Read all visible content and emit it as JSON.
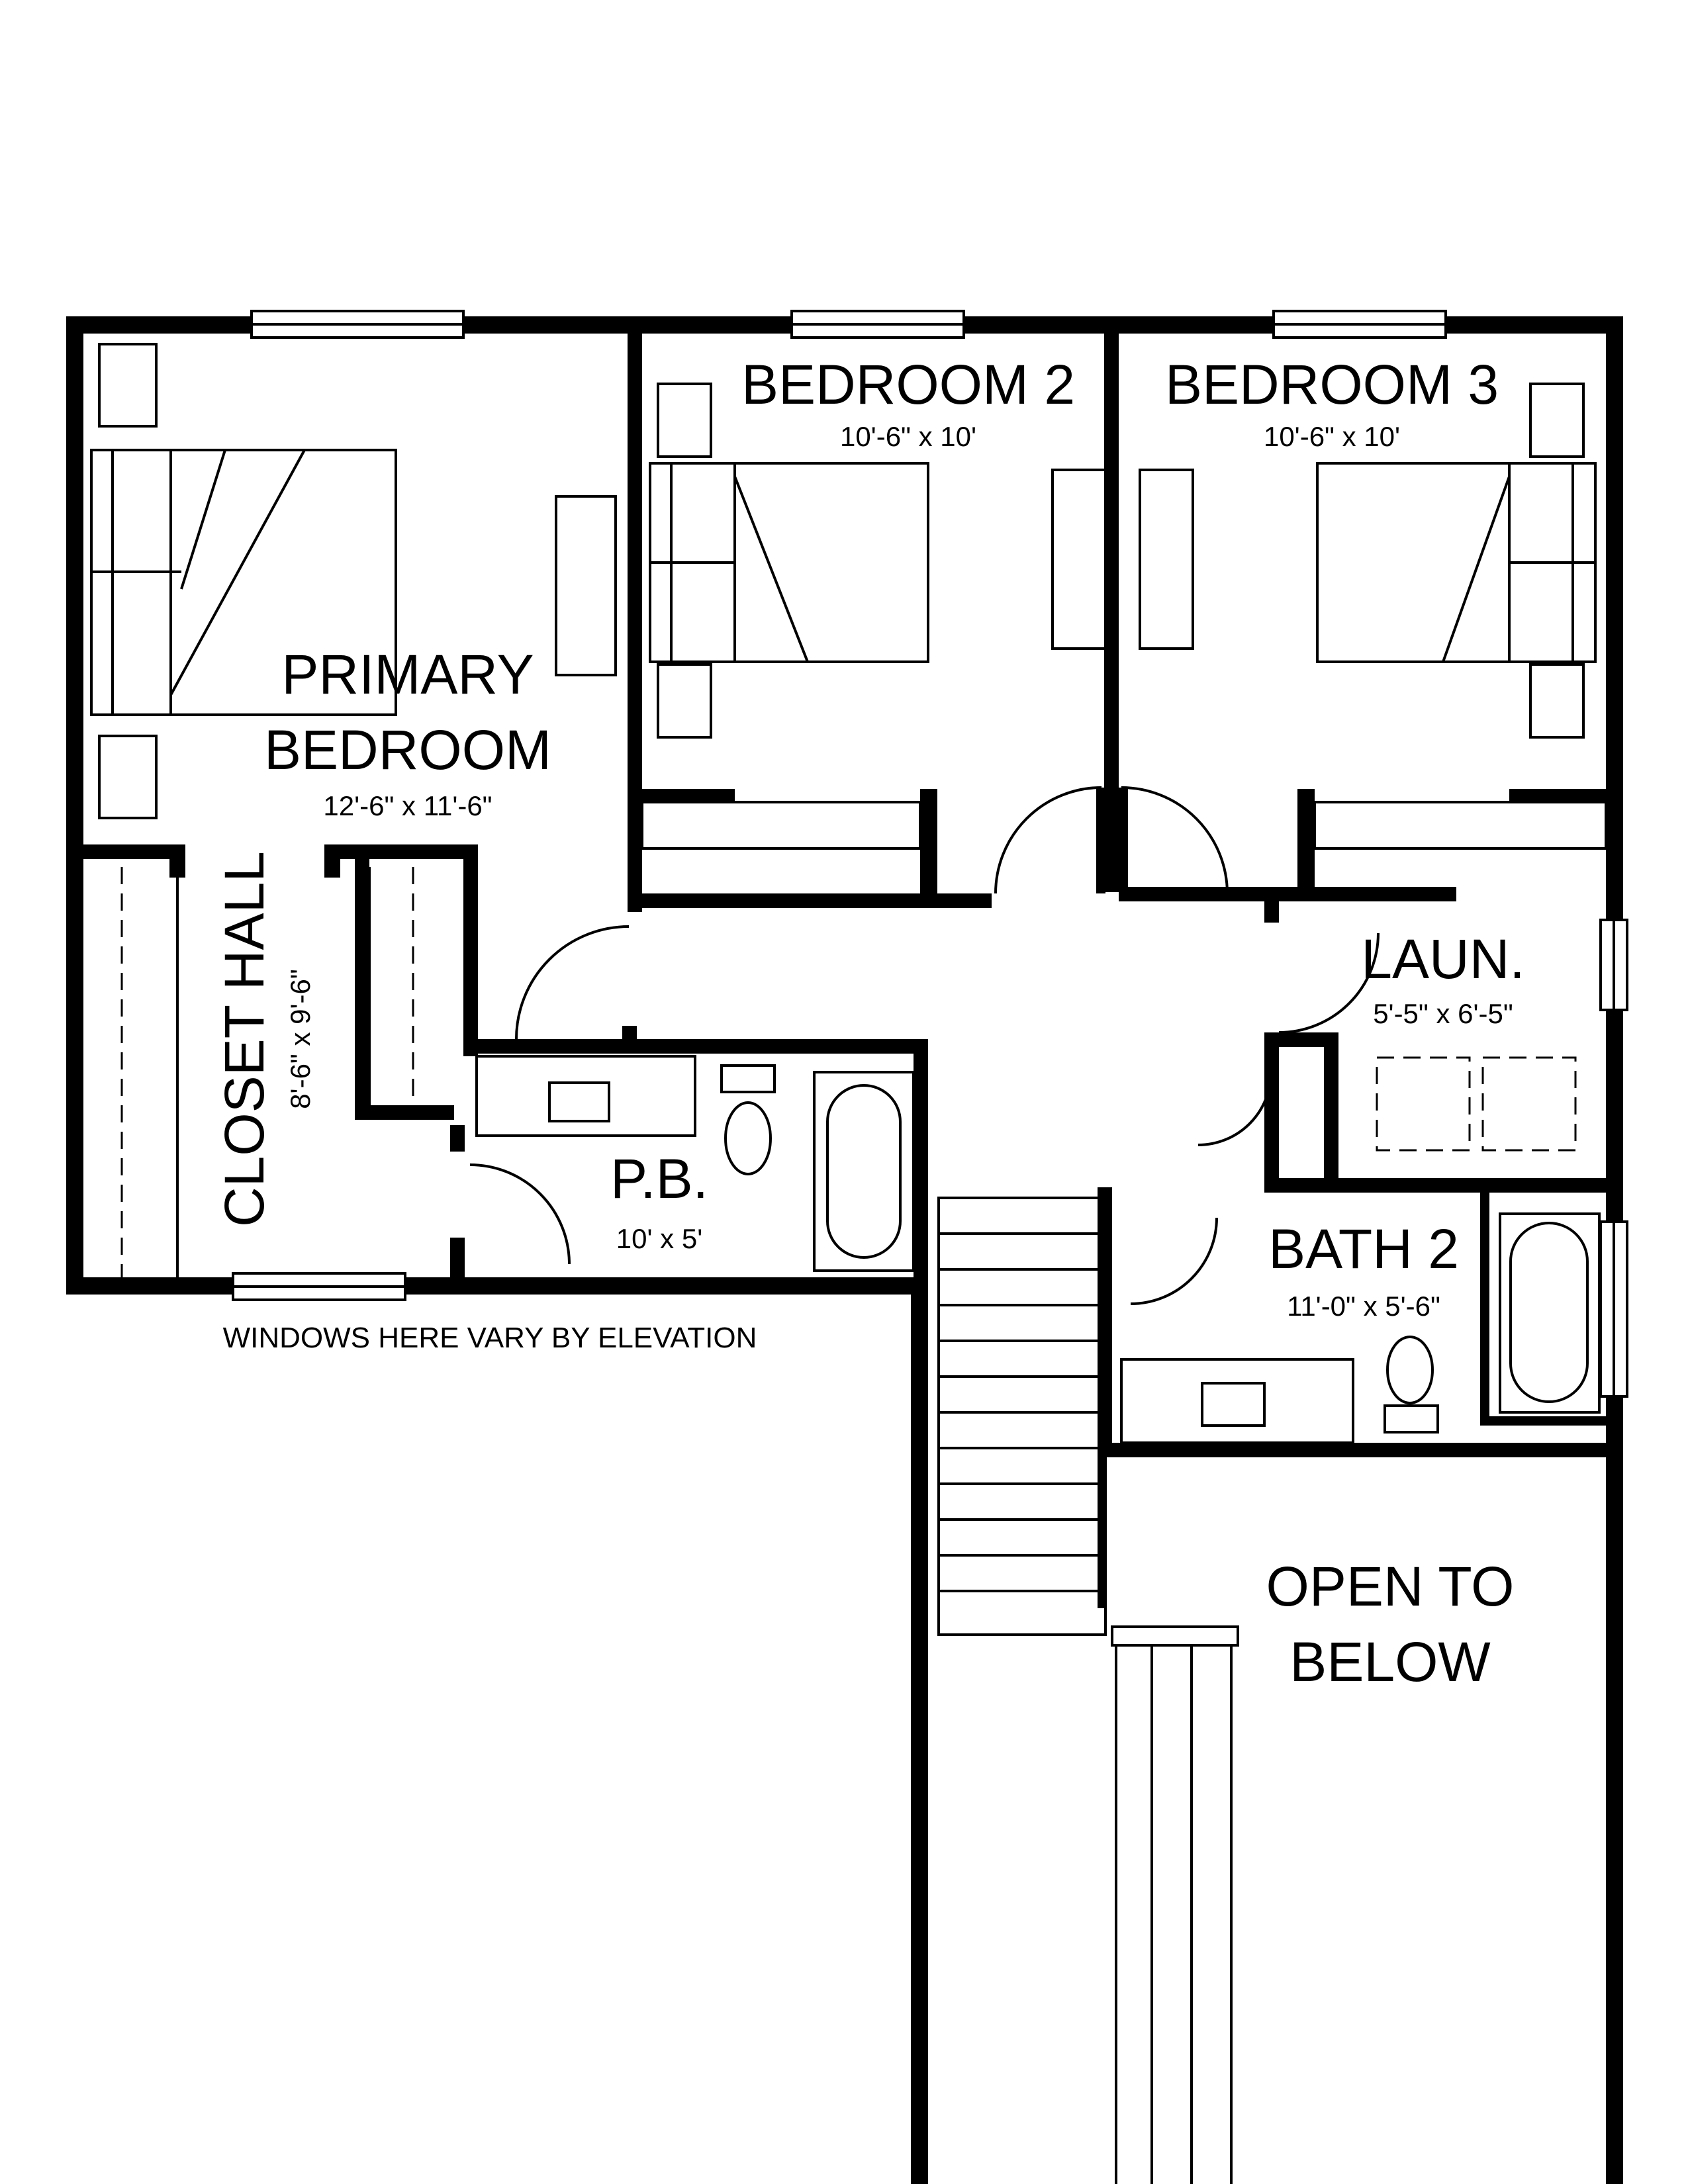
{
  "plan": {
    "note": "WINDOWS HERE VARY BY ELEVATION",
    "rooms": {
      "primary": {
        "name_line1": "PRIMARY",
        "name_line2": "BEDROOM",
        "dims": "12'-6\" x 11'-6\""
      },
      "bedroom2": {
        "name": "BEDROOM 2",
        "dims": "10'-6\" x 10'"
      },
      "bedroom3": {
        "name": "BEDROOM 3",
        "dims": "10'-6\" x 10'"
      },
      "closet_hall": {
        "name": "CLOSET HALL",
        "dims": "8'-6\" x 9'-6\""
      },
      "pb": {
        "name": "P.B.",
        "dims": "10' x 5'"
      },
      "laundry": {
        "name": "LAUN.",
        "dims": "5'-5\" x 6'-5\""
      },
      "bath2": {
        "name": "BATH 2",
        "dims": "11'-0\" x 5'-6\""
      },
      "open": {
        "name_line1": "OPEN TO",
        "name_line2": "BELOW"
      }
    }
  }
}
